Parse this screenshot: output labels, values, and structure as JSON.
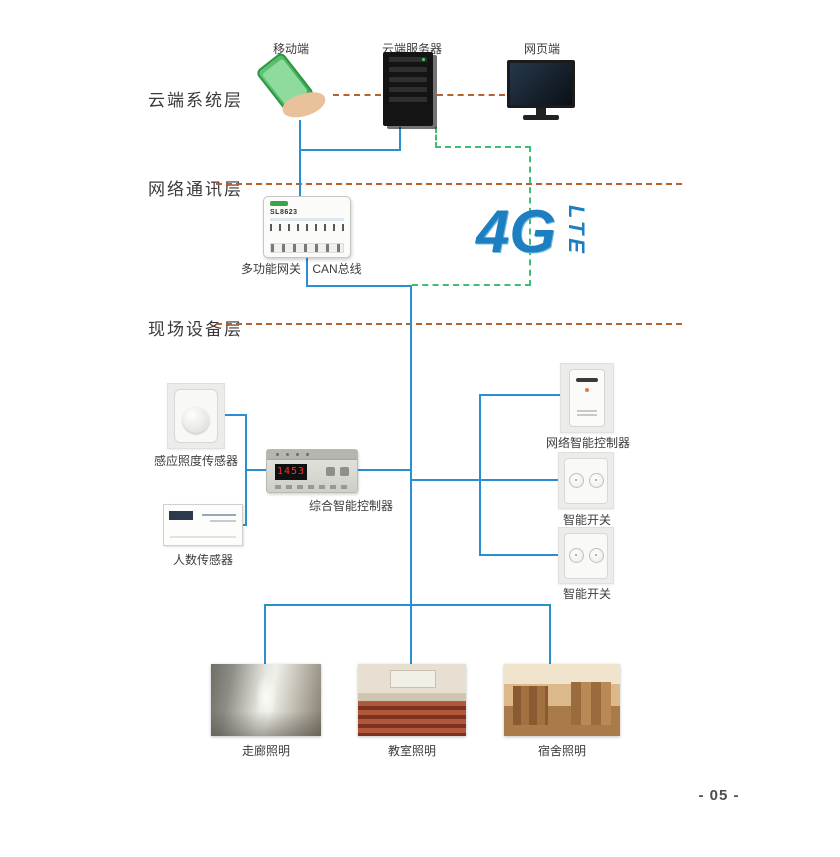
{
  "page": {
    "number": "- 05 -"
  },
  "layers": {
    "cloud": "云端系统层",
    "network": "网络通讯层",
    "field": "现场设备层"
  },
  "cloud": {
    "mobile_label": "移动端",
    "server_label": "云端服务器",
    "web_label": "网页端"
  },
  "network": {
    "gateway_label": "多功能网关",
    "can_bus_label": "CAN总线",
    "gateway_model": "SL8623",
    "lte_4g": "4G",
    "lte_text": "LTE"
  },
  "field": {
    "light_sensor_label": "感应照度传感器",
    "people_sensor_label": "人数传感器",
    "central_controller_label": "综合智能控制器",
    "controller_display": "1453",
    "network_controller_label": "网络智能控制器",
    "smart_switch1_label": "智能开关",
    "smart_switch2_label": "智能开关",
    "corridor_label": "走廊照明",
    "classroom_label": "教室照明",
    "dorm_label": "宿舍照明"
  },
  "colors": {
    "line_blue": "#2a8fd0",
    "line_green": "#3fbe6f",
    "line_orange": "#b5622d",
    "brand_blue": "#1e7fc0"
  }
}
